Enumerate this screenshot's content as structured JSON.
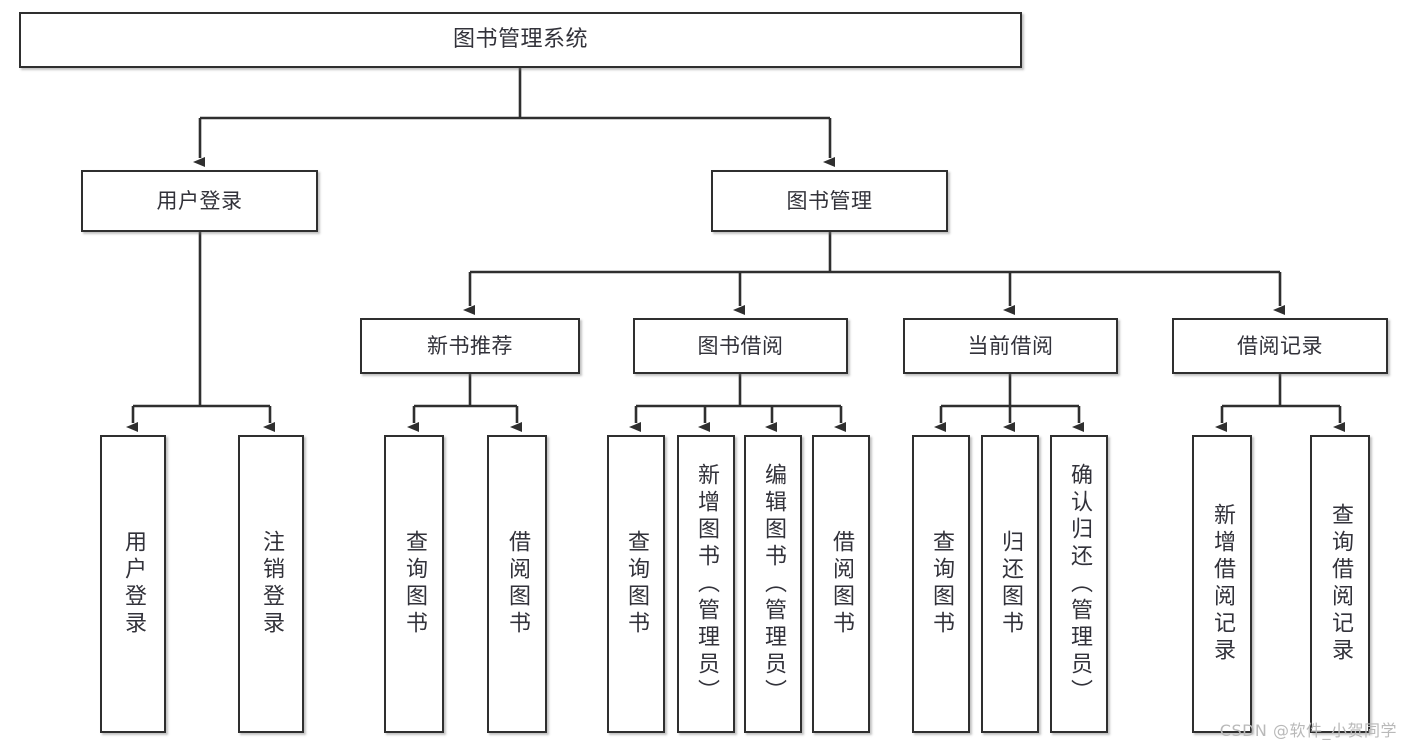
{
  "diagram": {
    "title": "图书管理系统",
    "type": "功能结构图",
    "stroke_color": "#2f2f2f",
    "text_color": "#32323a",
    "background_color": "#ffffff",
    "root": {
      "id": "root",
      "label": "图书管理系统"
    },
    "level2": [
      {
        "id": "user-login",
        "label": "用户登录"
      },
      {
        "id": "book-manage",
        "label": "图书管理"
      }
    ],
    "level3": [
      {
        "id": "new-book-rec",
        "label": "新书推荐"
      },
      {
        "id": "book-borrow",
        "label": "图书借阅"
      },
      {
        "id": "current-borrow",
        "label": "当前借阅"
      },
      {
        "id": "borrow-record",
        "label": "借阅记录"
      }
    ],
    "leaves": {
      "user_login": [
        {
          "id": "leaf-user-login",
          "label": "用户登录"
        },
        {
          "id": "leaf-logout",
          "label": "注销登录"
        }
      ],
      "new_book_rec": [
        {
          "id": "leaf-query-book-1",
          "label": "查询图书"
        },
        {
          "id": "leaf-borrow-book-1",
          "label": "借阅图书"
        }
      ],
      "book_borrow": [
        {
          "id": "leaf-query-book-2",
          "label": "查询图书"
        },
        {
          "id": "leaf-add-book",
          "label": "新增图书（管理员）"
        },
        {
          "id": "leaf-edit-book",
          "label": "编辑图书（管理员）"
        },
        {
          "id": "leaf-borrow-book-2",
          "label": "借阅图书"
        }
      ],
      "current_borrow": [
        {
          "id": "leaf-query-book-3",
          "label": "查询图书"
        },
        {
          "id": "leaf-return-book",
          "label": "归还图书"
        },
        {
          "id": "leaf-confirm-return",
          "label": "确认归还（管理员）"
        }
      ],
      "borrow_record": [
        {
          "id": "leaf-add-record",
          "label": "新增借阅记录"
        },
        {
          "id": "leaf-query-record",
          "label": "查询借阅记录"
        }
      ]
    }
  },
  "watermark": {
    "text": "CSDN @软件_小贺同学"
  }
}
